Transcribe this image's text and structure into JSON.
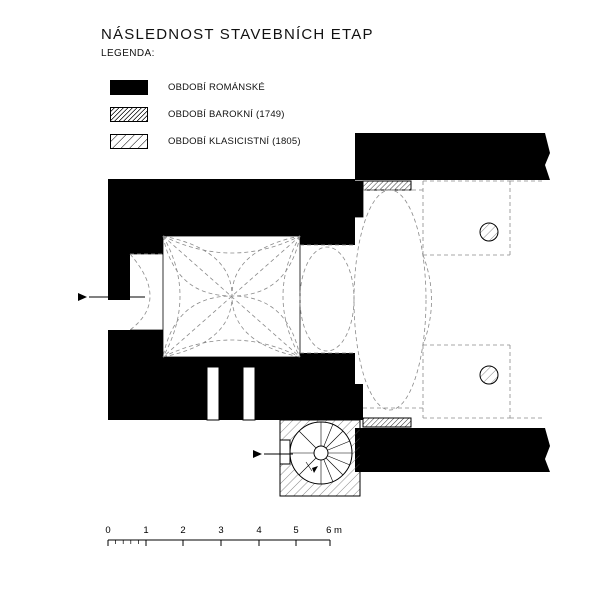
{
  "title": "NÁSLEDNOST STAVEBNÍCH ETAP",
  "subtitle": "LEGENDA:",
  "legend": [
    {
      "label": "OBDOBÍ ROMÁNSKÉ",
      "fill": "#000000"
    },
    {
      "label": "OBDOBÍ BAROKNÍ (1749)",
      "fill": "dense-hatch"
    },
    {
      "label": "OBDOBÍ KLASICISTNÍ (1805)",
      "fill": "sparse-hatch"
    }
  ],
  "scale": {
    "labels": [
      "0",
      "1",
      "2",
      "3",
      "4",
      "5",
      "6 m"
    ]
  },
  "colors": {
    "romanesque": "#000000",
    "line": "#000000",
    "dashed": "#888888"
  }
}
